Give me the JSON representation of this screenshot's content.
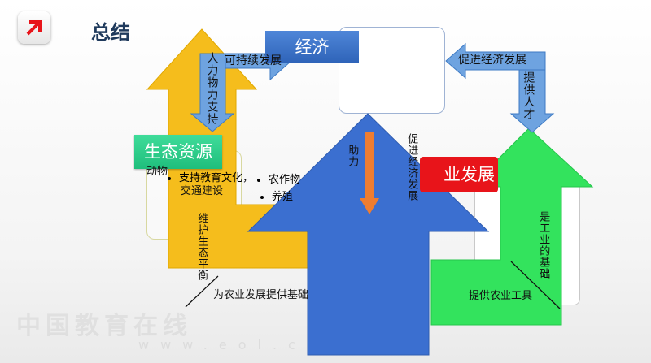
{
  "header": {
    "title": "总结"
  },
  "nodes": {
    "economy": "经济",
    "eco_resources": "生态资源",
    "agriculture": "农业发展",
    "agriculture_visible": "业发展"
  },
  "arrows": {
    "sustainable": "可持续发展",
    "manpower": "人力物力支持",
    "promote_econ": "促进经济发展",
    "provide_talent": "提供人才",
    "assist": "助力",
    "promote_econ_vertical": "促进经济发展",
    "maintain_balance": "维护生态平衡",
    "agri_foundation": "为农业发展提供基础",
    "industry_foundation": "是工业的基础",
    "provide_tools": "提供农业工具"
  },
  "details": {
    "animals": "动物",
    "bullet_edu": "支持教育文化，",
    "bullet_traffic": "交通建设",
    "bullet_crops": "农作物",
    "bullet_livestock": "养殖"
  },
  "watermark": {
    "cn": "中国教育在线",
    "en": "www.eol.cn"
  },
  "colors": {
    "yellow": "#f5bd1c",
    "blue": "#3b6fd0",
    "green": "#33e35d",
    "light_blue": "#5b9bd5",
    "red": "#e8141a",
    "teal": "#1fbe7c",
    "orange": "#ee7d31"
  }
}
